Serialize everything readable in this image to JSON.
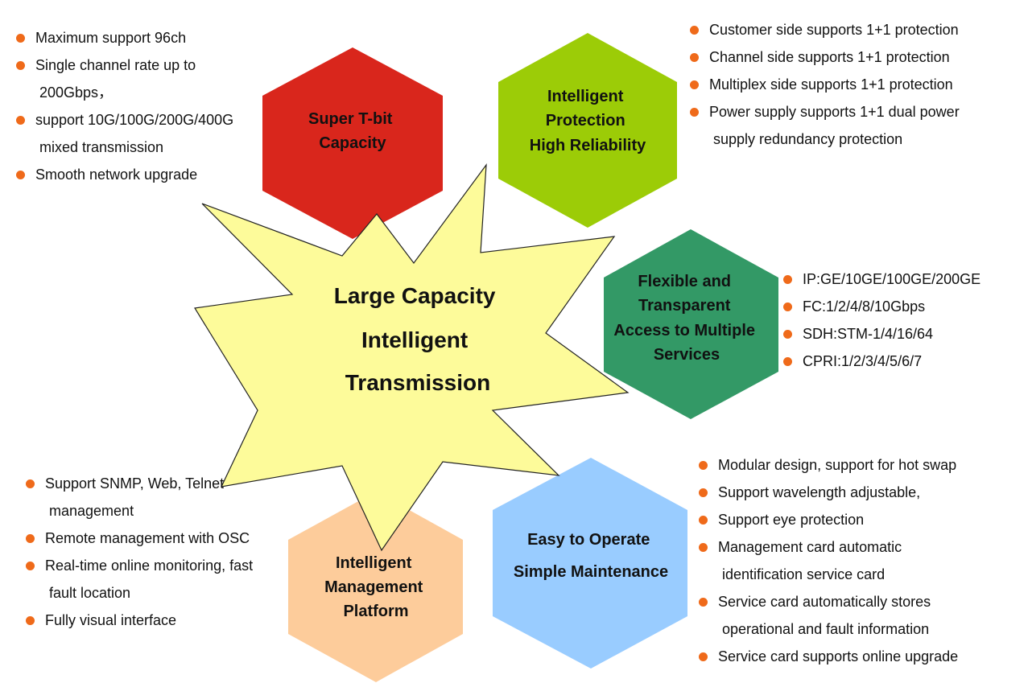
{
  "center": {
    "lines": [
      "Large Capacity",
      "Intelligent",
      "Transmission"
    ],
    "color": "#fdfb9a"
  },
  "hexagons": [
    {
      "id": "capacity",
      "color": "#d9261c",
      "lines": [
        "Super T-bit",
        "Capacity"
      ]
    },
    {
      "id": "protection",
      "color": "#9ccc07",
      "lines": [
        "Intelligent",
        "Protection",
        "High Reliability"
      ]
    },
    {
      "id": "access",
      "color": "#339966",
      "lines": [
        "Flexible and",
        "Transparent",
        "Access to Multiple",
        "Services"
      ]
    },
    {
      "id": "maintenance",
      "color": "#99ccff",
      "lines": [
        "Easy to Operate",
        "Simple Maintenance"
      ]
    },
    {
      "id": "management",
      "color": "#fdcc9b",
      "lines": [
        "Intelligent",
        "Management",
        "Platform"
      ]
    }
  ],
  "bullet_color": "#ef6a1a",
  "lists": {
    "capacity": [
      [
        "Maximum support 96ch"
      ],
      [
        "Single channel rate up to",
        " 200Gbps，"
      ],
      [
        "support 10G/100G/200G/400G",
        " mixed transmission"
      ],
      [
        "Smooth network upgrade"
      ]
    ],
    "protection": [
      [
        "Customer side supports 1+1 protection"
      ],
      [
        "Channel side supports 1+1 protection"
      ],
      [
        "Multiplex side supports 1+1 protection"
      ],
      [
        "Power supply supports 1+1 dual power",
        " supply redundancy protection"
      ]
    ],
    "access": [
      [
        "IP:GE/10GE/100GE/200GE"
      ],
      [
        "FC:1/2/4/8/10Gbps"
      ],
      [
        "SDH:STM-1/4/16/64"
      ],
      [
        "CPRI:1/2/3/4/5/6/7"
      ]
    ],
    "maintenance": [
      [
        "Modular design, support for hot swap"
      ],
      [
        "Support wavelength adjustable,"
      ],
      [
        "Support eye protection"
      ],
      [
        "Management card automatic",
        " identification service card"
      ],
      [
        "Service card automatically stores",
        " operational and fault information"
      ],
      [
        "Service card supports online upgrade"
      ]
    ],
    "management": [
      [
        "Support SNMP, Web, Telnet",
        " management"
      ],
      [
        "Remote management with OSC"
      ],
      [
        "Real-time online monitoring, fast",
        " fault location"
      ],
      [
        "Fully visual interface"
      ]
    ]
  }
}
